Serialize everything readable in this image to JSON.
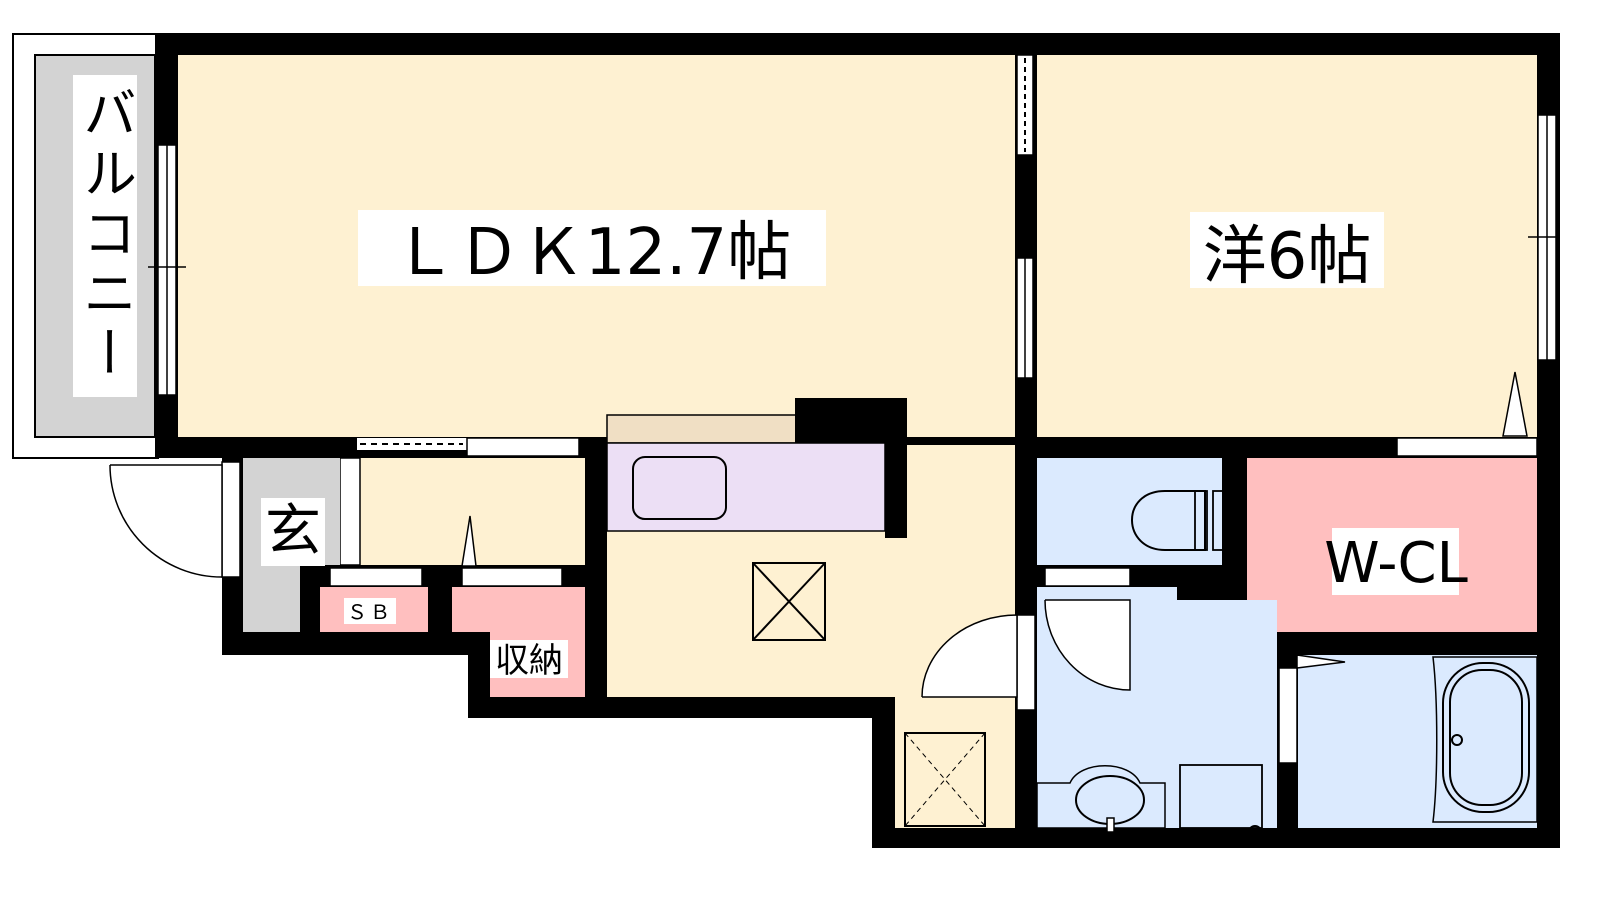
{
  "floorplan": {
    "rooms": {
      "ldk": "ＬＤＫ12.7帖",
      "western": "洋6帖",
      "balcony": "バルコニー",
      "entrance": "玄",
      "shoe_box": "ＳＢ",
      "storage": "収納",
      "walk_in_closet": "W-CL"
    },
    "colors": {
      "living": "#fef1d2",
      "kitchen": "#ecdff5",
      "counter": "#f0dfc4",
      "wet_area": "#dbeafe",
      "closet": "#ffbfbf",
      "entrance": "#d3d3d3",
      "wall": "#000000"
    }
  }
}
